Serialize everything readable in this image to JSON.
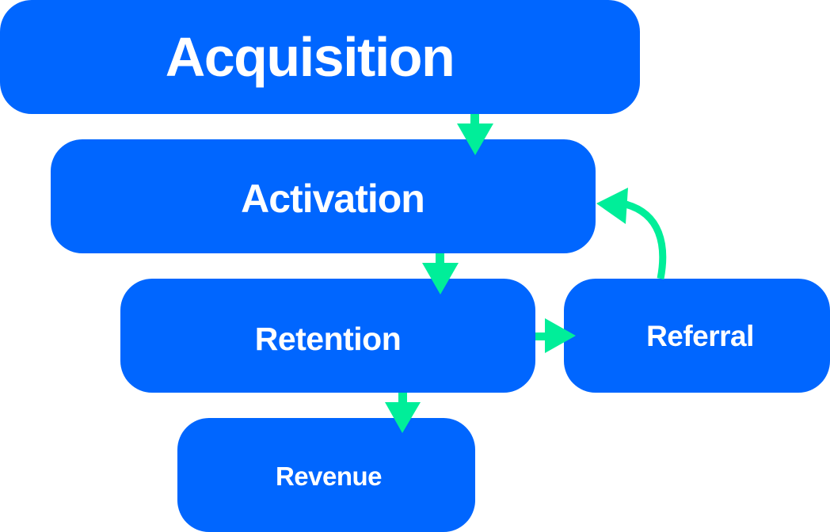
{
  "diagram": {
    "title": "AARRR Pirate Metrics Funnel",
    "stages": {
      "acquisition": "Acquisition",
      "activation": "Activation",
      "retention": "Retention",
      "referral": "Referral",
      "revenue": "Revenue"
    },
    "connections": [
      {
        "from": "Acquisition",
        "to": "Activation"
      },
      {
        "from": "Activation",
        "to": "Retention"
      },
      {
        "from": "Retention",
        "to": "Referral"
      },
      {
        "from": "Retention",
        "to": "Revenue"
      },
      {
        "from": "Referral",
        "to": "Activation"
      }
    ]
  },
  "colors": {
    "box": "#0066ff",
    "arrow": "#00ee99",
    "text": "#ffffff",
    "background": "#ffffff"
  }
}
